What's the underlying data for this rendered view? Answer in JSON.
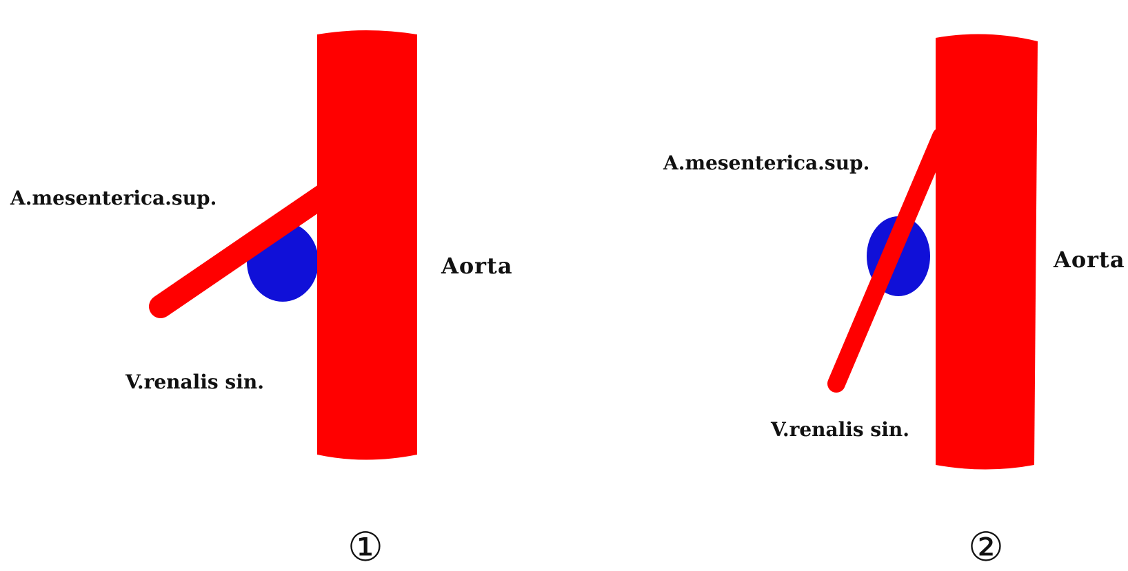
{
  "panels": [
    {
      "number": "①",
      "labels": {
        "sma": "A.mesenterica.sup.",
        "aorta": "Aorta",
        "renal_vein": "V.renalis sin."
      }
    },
    {
      "number": "②",
      "labels": {
        "sma": "A.mesenterica.sup.",
        "aorta": "Aorta",
        "renal_vein": "V.renalis sin."
      }
    }
  ],
  "colors": {
    "artery": "#ff0000",
    "vein": "#1010d8"
  }
}
